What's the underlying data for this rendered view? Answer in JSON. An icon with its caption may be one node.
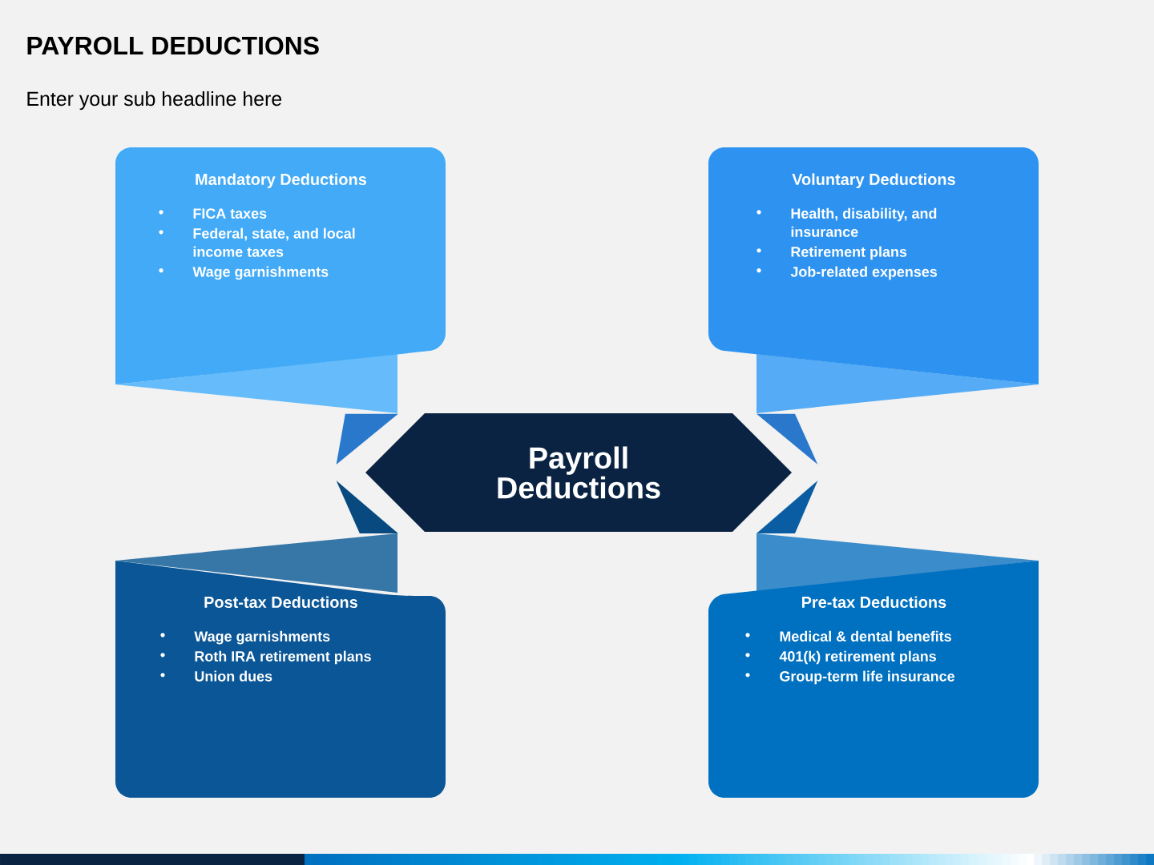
{
  "diagram": {
    "title": "PAYROLL DEDUCTIONS",
    "caption": "Enter your sub headline here",
    "nodes": [
      {
        "text": [
          "Payroll Deductions"
        ]
      },
      {
        "text": [
          "Mandatory Deductions",
          "FICA taxes",
          "Federal, state, and local income taxes",
          "Wage garnishments"
        ]
      },
      {
        "text": [
          "Voluntary Deductions",
          "Health, disability, and insurance",
          "Retirement plans",
          "Job-related expenses"
        ]
      },
      {
        "text": [
          "Post-tax Deductions",
          "Wage garnishments",
          "Roth IRA retirement plans",
          "Union dues"
        ]
      },
      {
        "text": [
          "Pre-tax Deductions",
          "Medical & dental benefits",
          "401(k) retirement plans",
          "Group-term life insurance"
        ]
      }
    ]
  }
}
